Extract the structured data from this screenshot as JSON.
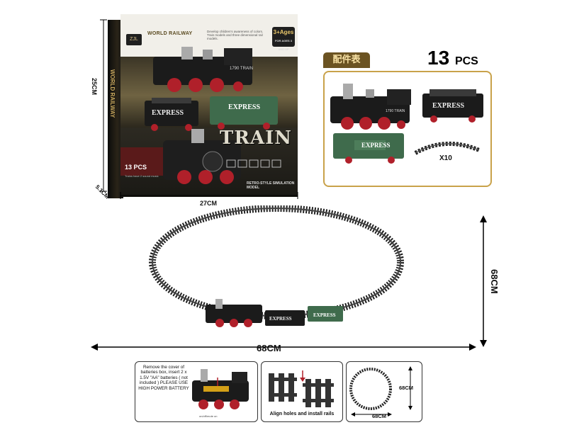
{
  "box": {
    "brand": "WORLD RAILWAY",
    "logo": "ZJL",
    "age_main": "3+Ages",
    "age_sub": "FOR AGES 3 AND UP",
    "description": "Develop children's awareness of colors. Train models and three dimensional rail models.",
    "title": "TRAIN",
    "subtitle": "RETRO-STYLE SIMULATION MODEL",
    "pcs": "13 PCS",
    "pcs_note": "Trains have 2 sound music",
    "side_text": "WORLD RAILWAY",
    "loco_label": "1790 TRAIN",
    "car_express": "EXPRESS",
    "car_green": "EXPRESS"
  },
  "dimensions": {
    "box_height": "25CM",
    "box_depth": "5.1CM",
    "box_width": "27CM",
    "layout_width": "68CM",
    "layout_height": "68CM"
  },
  "parts": {
    "header": "配件表",
    "count_num": "13",
    "count_unit": "PCS",
    "rail_qty": "X10",
    "loco_label": "1790 TRAIN",
    "car_express": "EXPRESS",
    "car_green": "EXPRESS"
  },
  "layout": {
    "car_express": "EXPRESS",
    "car_green": "EXPRESS"
  },
  "cards": {
    "battery_text": "Remove the cover of batteries box, insert 2 x 1.5V \"AA\" batteries ( not included ) PLEASE USE HIGH POWER BATTERY",
    "battery_switch": "on/off/mute on",
    "rails_text": "Align holes and install rails",
    "size_h": "68CM",
    "size_v": "68CM"
  },
  "colors": {
    "gold": "#c9a24a",
    "brown": "#6b5322",
    "green_car": "#3f6b4c",
    "loco_black": "#1b1b1b",
    "loco_red": "#b0202a"
  }
}
